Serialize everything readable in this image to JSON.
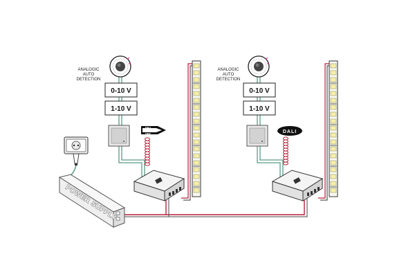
{
  "colors": {
    "wire_red": "#b81f3c",
    "wire_green": "#5a9a88",
    "accent_magenta": "#d6338f",
    "led_yellow": "#f6efa8"
  },
  "left_circuit": {
    "dimmer_caption": [
      "ANALOGIC",
      "AUTO",
      "DETECTION"
    ],
    "voltage_options": [
      "0-10 V",
      "1-10 V"
    ],
    "bus_label": [
      "DALI",
      "DMX"
    ]
  },
  "right_circuit": {
    "dimmer_caption": [
      "ANALOGIC",
      "AUTO",
      "DETECTION"
    ],
    "voltage_options": [
      "0-10 V",
      "1-10 V"
    ],
    "bus_label": "DALI"
  },
  "power_supply": {
    "label": "POWER SUPPLY"
  }
}
